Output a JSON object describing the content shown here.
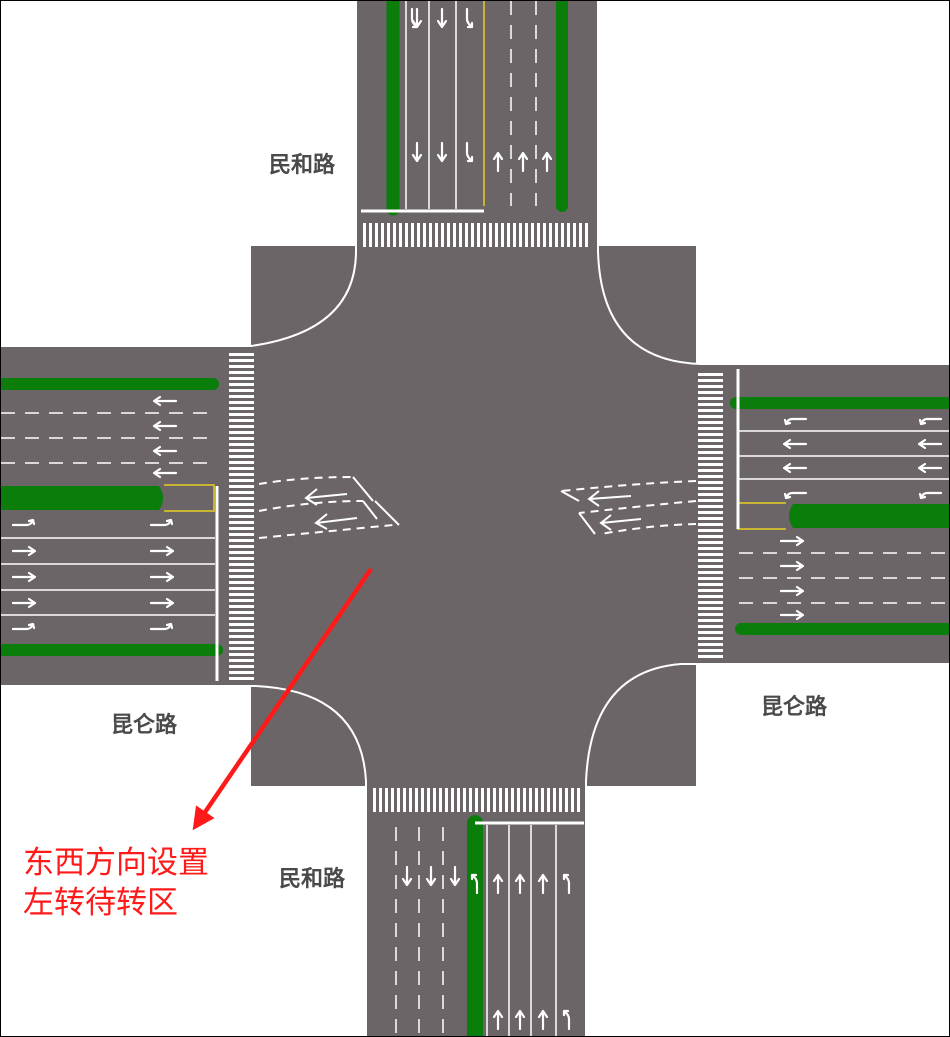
{
  "road_labels": {
    "north": "民和路",
    "south": "民和路",
    "west": "昆仑路",
    "east": "昆仑路"
  },
  "annotation": {
    "line1": "东西方向设置",
    "line2": "左转待转区"
  },
  "colors": {
    "road": "#6b6567",
    "median": "#0a7d0a",
    "marking": "#ffffff",
    "yellow_line": "#c8b432",
    "annotation": "#ff1a1a",
    "label_text": "#4a4a4a"
  }
}
